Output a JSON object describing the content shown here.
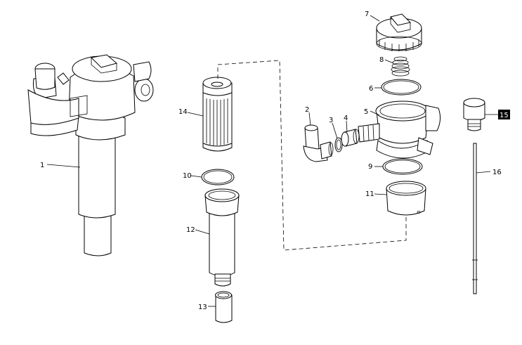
{
  "diagram": {
    "callouts": [
      {
        "id": "1",
        "label": "1"
      },
      {
        "id": "2",
        "label": "2"
      },
      {
        "id": "3",
        "label": "3"
      },
      {
        "id": "4",
        "label": "4"
      },
      {
        "id": "5",
        "label": "5"
      },
      {
        "id": "6",
        "label": "6"
      },
      {
        "id": "7",
        "label": "7"
      },
      {
        "id": "8",
        "label": "8"
      },
      {
        "id": "9",
        "label": "9"
      },
      {
        "id": "10",
        "label": "10"
      },
      {
        "id": "11",
        "label": "11"
      },
      {
        "id": "12",
        "label": "12"
      },
      {
        "id": "13",
        "label": "13"
      },
      {
        "id": "14",
        "label": "14"
      },
      {
        "id": "15",
        "label": "15",
        "highlighted": true
      },
      {
        "id": "16",
        "label": "16"
      }
    ],
    "highlight_color": "#000000"
  }
}
